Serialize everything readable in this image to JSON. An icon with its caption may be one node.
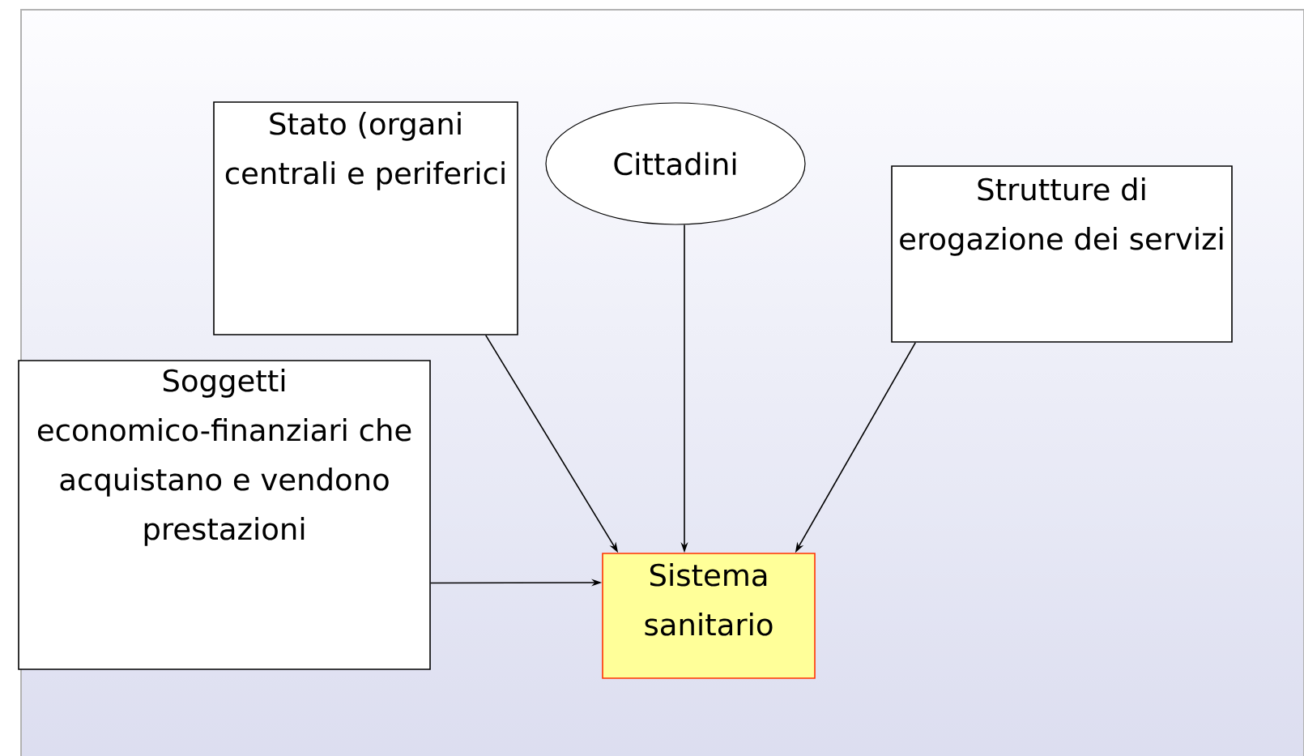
{
  "diagram": {
    "nodes": [
      {
        "text": [
          "Stato (organi centrali e periferici"
        ]
      },
      {
        "text": [
          "Cittadini"
        ]
      },
      {
        "text": [
          "Strutture di erogazione dei servizi"
        ]
      },
      {
        "text": [
          "Soggetti economico-finanziari che acquistano e vendono prestazioni"
        ]
      },
      {
        "text": [
          "Sistema sanitario"
        ]
      }
    ],
    "edges": [
      {
        "from": 0,
        "to": 4,
        "arrow": "to"
      },
      {
        "from": 1,
        "to": 4,
        "arrow": "to"
      },
      {
        "from": 2,
        "to": 4,
        "arrow": "to"
      },
      {
        "from": 3,
        "to": 4,
        "arrow": "to"
      }
    ]
  }
}
